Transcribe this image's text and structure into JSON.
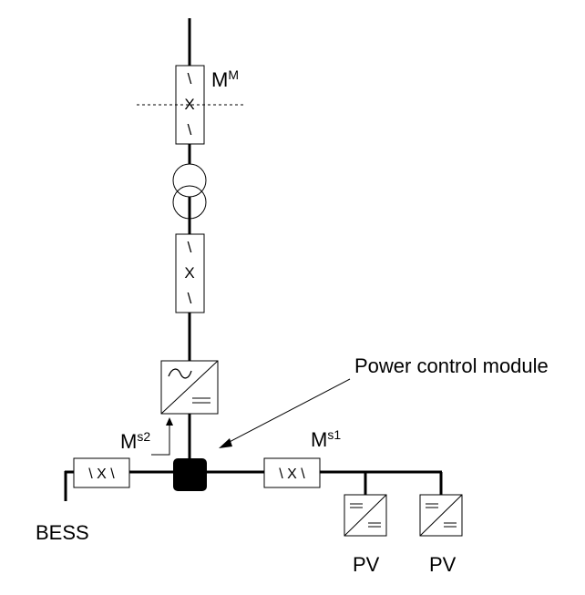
{
  "labels": {
    "meter_main": "M",
    "meter_main_sup": "M",
    "meter_s2": "M",
    "meter_s2_sup": "s2",
    "meter_s1": "M",
    "meter_s1_sup": "s1",
    "power_control": "Power control module",
    "bess": "BESS",
    "pv1": "PV",
    "pv2": "PV"
  },
  "breaker_text": {
    "vertical_top": "\\",
    "vertical_mid": "X",
    "vertical_bot": "\\",
    "horizontal": "\\ X \\"
  }
}
